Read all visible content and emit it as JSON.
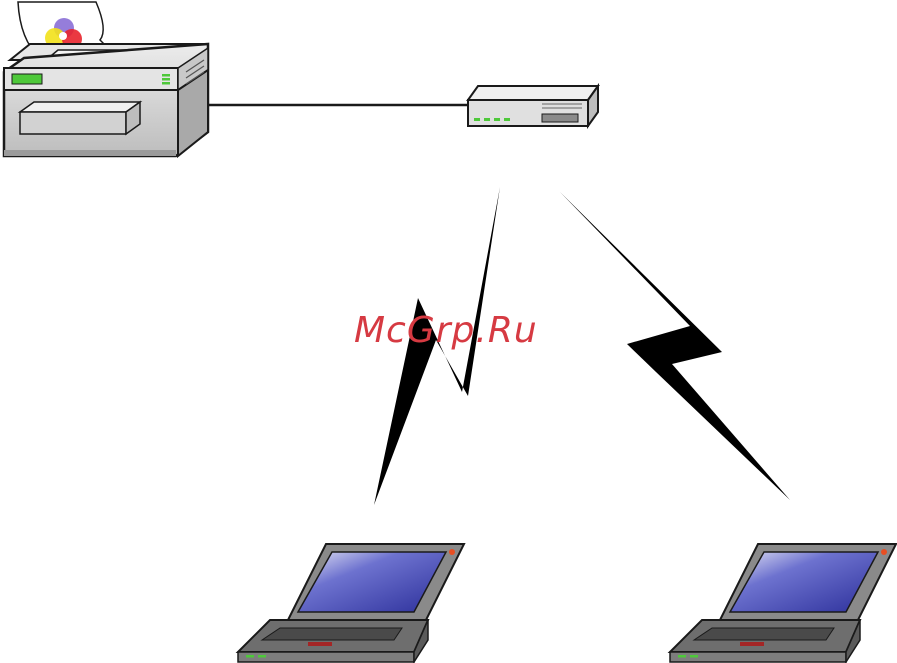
{
  "watermark": {
    "text": "McGrp.Ru",
    "color": "#d63a42"
  },
  "nodes": [
    {
      "id": "printer",
      "icon": "printer-icon"
    },
    {
      "id": "router",
      "icon": "router-icon"
    },
    {
      "id": "laptop-left",
      "icon": "laptop-icon"
    },
    {
      "id": "laptop-right",
      "icon": "laptop-icon"
    }
  ],
  "links": [
    {
      "from": "printer",
      "to": "router",
      "kind": "wired"
    },
    {
      "from": "router",
      "to": "laptop-left",
      "kind": "wireless"
    },
    {
      "from": "router",
      "to": "laptop-right",
      "kind": "wireless"
    }
  ],
  "colors": {
    "device_body": "#d9d9d9",
    "outline": "#1a1a1a",
    "led_green": "#4ec83a",
    "screen": "#3e44b8",
    "laptop_body": "#8a8a8a"
  }
}
